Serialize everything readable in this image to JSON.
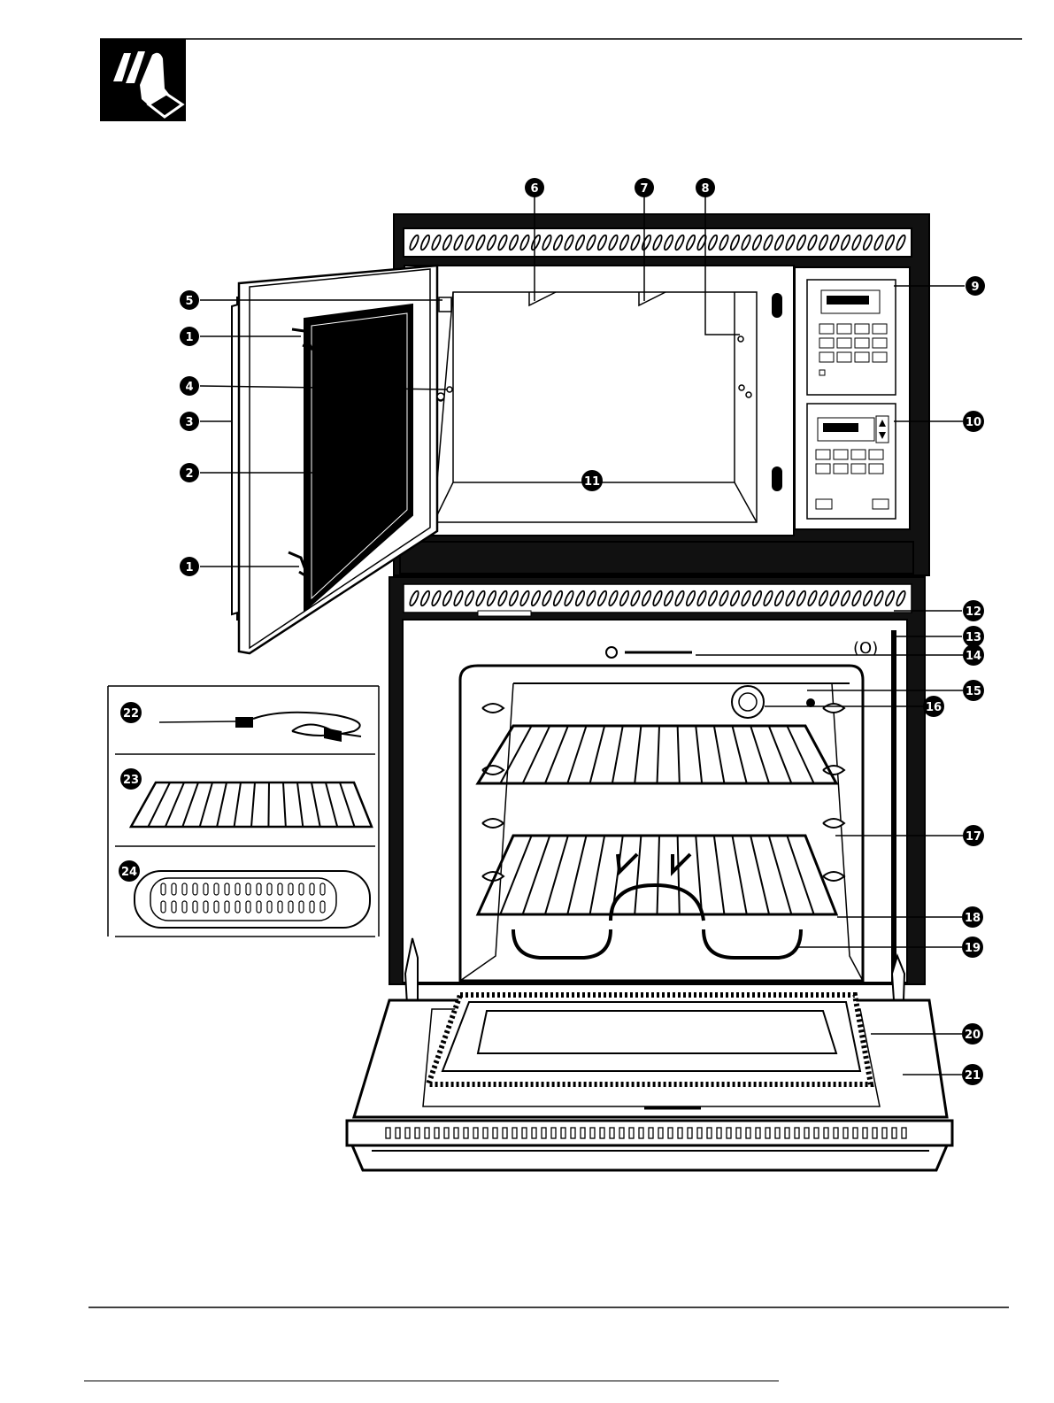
{
  "page": {
    "section_icon": "hand-pressing-button-icon",
    "colors": {
      "ink": "#000000",
      "paper": "#ffffff"
    }
  },
  "diagram": {
    "callouts": [
      {
        "id": "c1a",
        "number": "1"
      },
      {
        "id": "c1b",
        "number": "1"
      },
      {
        "id": "c2",
        "number": "2"
      },
      {
        "id": "c3",
        "number": "3"
      },
      {
        "id": "c4",
        "number": "4"
      },
      {
        "id": "c5",
        "number": "5"
      },
      {
        "id": "c6",
        "number": "6"
      },
      {
        "id": "c7",
        "number": "7"
      },
      {
        "id": "c8",
        "number": "8"
      },
      {
        "id": "c9",
        "number": "9"
      },
      {
        "id": "c10",
        "number": "10"
      },
      {
        "id": "c11",
        "number": "11"
      },
      {
        "id": "c12",
        "number": "12"
      },
      {
        "id": "c13",
        "number": "13"
      },
      {
        "id": "c14",
        "number": "14"
      },
      {
        "id": "c15",
        "number": "15"
      },
      {
        "id": "c16",
        "number": "16"
      },
      {
        "id": "c17",
        "number": "17"
      },
      {
        "id": "c18",
        "number": "18"
      },
      {
        "id": "c19",
        "number": "19"
      },
      {
        "id": "c20",
        "number": "20"
      },
      {
        "id": "c21",
        "number": "21"
      },
      {
        "id": "c22",
        "number": "22"
      },
      {
        "id": "c23",
        "number": "23"
      },
      {
        "id": "c24",
        "number": "24"
      }
    ],
    "lower_oven_vent_mark": "(O)",
    "accessories": [
      "meat-probe-icon",
      "oven-rack-icon",
      "broiler-pan-icon"
    ]
  }
}
